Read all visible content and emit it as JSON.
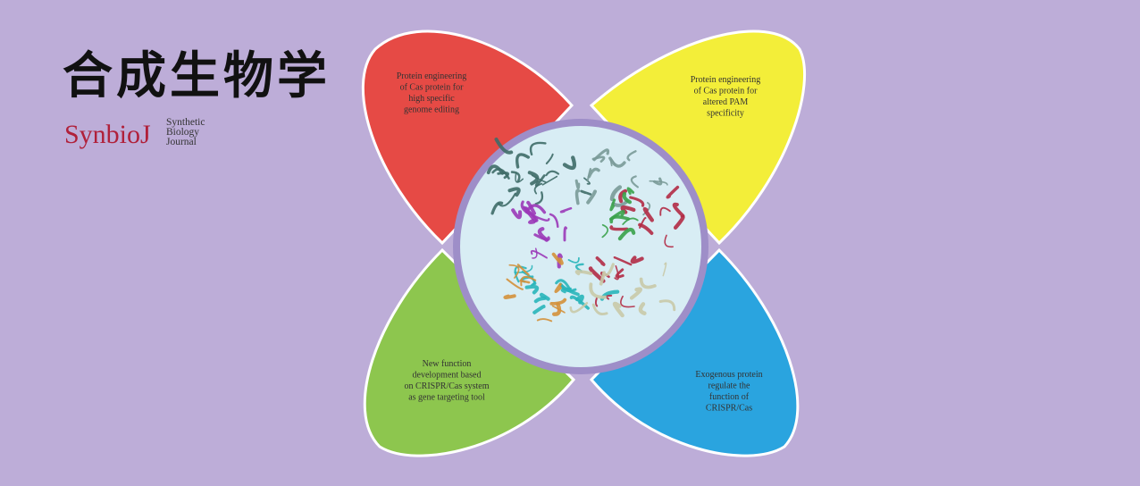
{
  "logo": {
    "chinese_title": "合成生物学",
    "english_name": "SynbioJ",
    "subtitle_lines": [
      "Synthetic",
      "Biology",
      "Journal"
    ]
  },
  "diagram": {
    "petals": [
      {
        "id": "top-left",
        "color": "#e64a45",
        "lines": [
          "Protein engineering",
          "of Cas protein for",
          "high specific",
          "genome editing"
        ]
      },
      {
        "id": "top-right",
        "color": "#f3ee39",
        "lines": [
          "Protein engineering",
          "of Cas protein for",
          "altered PAM",
          "specificity"
        ]
      },
      {
        "id": "bottom-left",
        "color": "#8dc64e",
        "lines": [
          "New function",
          "development based",
          "on CRISPR/Cas system",
          "as gene targeting tool"
        ]
      },
      {
        "id": "bottom-right",
        "color": "#2aa4df",
        "lines": [
          "Exogenous protein",
          "regulate the",
          "function of",
          "CRISPR/Cas"
        ]
      }
    ],
    "center": {
      "fill": "#d8edf4",
      "ring": "#9e8ec8"
    },
    "protein_colors": [
      "#3f6b68",
      "#7a9a98",
      "#9b39b8",
      "#29b5ba",
      "#d4903a",
      "#b22a45",
      "#3aa14a",
      "#c9c9a8"
    ]
  }
}
